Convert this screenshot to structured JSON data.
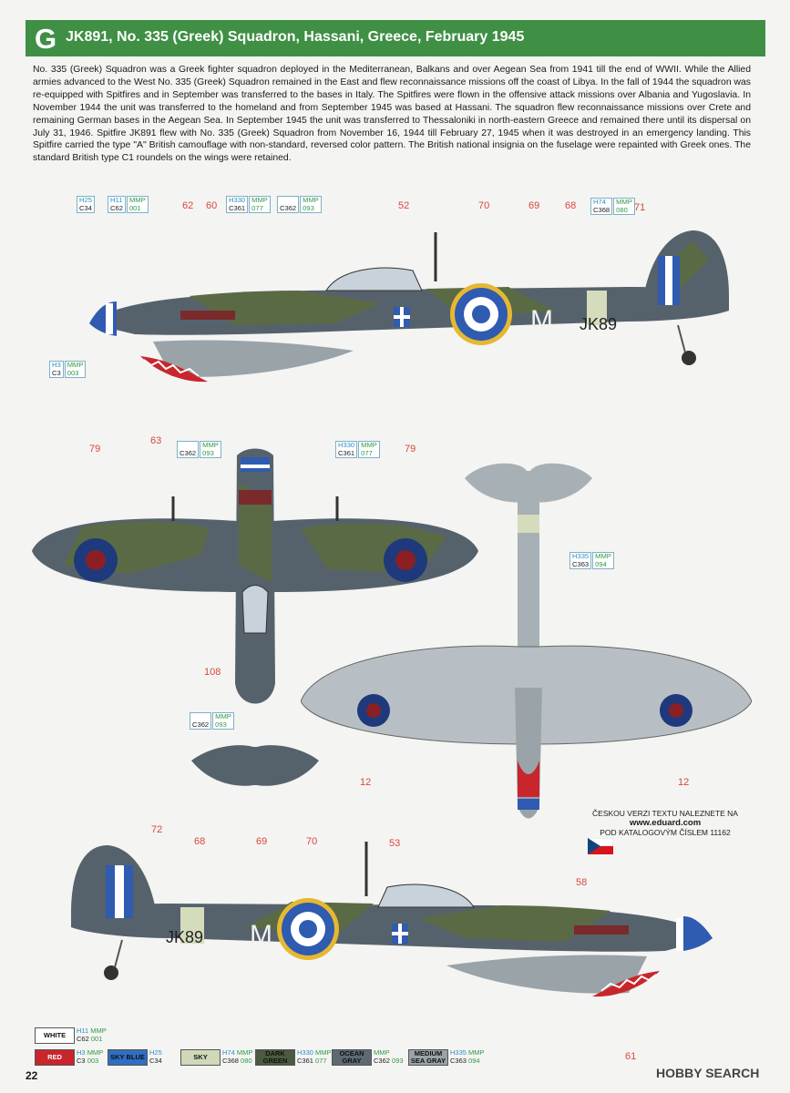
{
  "header": {
    "letter": "G",
    "title": "JK891, No. 335 (Greek) Squadron, Hassani, Greece, February 1945"
  },
  "intro": "No. 335 (Greek) Squadron was a Greek fighter squadron deployed in the Mediterranean, Balkans and over Aegean Sea from 1941 till the end of WWII. While the Allied armies advanced to the West No. 335 (Greek) Squadron remained in the East and flew reconnaissance missions off the coast of Libya. In the fall of 1944 the squadron was re-equipped with Spitfires and in September was transferred to the bases in Italy. The Spitfires were flown in the offensive attack missions over Albania and Yugoslavia. In November 1944 the unit was transferred to the homeland and from September 1945 was based at Hassani. The squadron flew reconnaissance missions over Crete and remaining German bases in the Aegean Sea. In September 1945 the unit was transferred to Thessaloniki in north-eastern Greece and remained there until its dispersal on July 31, 1946. Spitfire JK891 flew with No. 335 (Greek) Squadron from November 16, 1944 till February 27, 1945 when it was destroyed in an emergency landing. This Spitfire carried the type \"A\" British camouflage with non-standard, reversed color pattern. The British national insignia on the fuselage were repainted with Greek ones. The standard British type C1 roundels on the wings were retained.",
  "callouts": {
    "h25": {
      "a": "H25",
      "b": "C34"
    },
    "h11": {
      "a": "H11",
      "m": "MMP",
      "b": "C62",
      "n": "001"
    },
    "h330": {
      "a": "H330",
      "m": "MMP",
      "b": "C361",
      "n": "077"
    },
    "mmp362": {
      "m": "MMP",
      "b": "C362",
      "n": "093"
    },
    "h74": {
      "a": "H74",
      "m": "MMP",
      "b": "C368",
      "n": "080"
    },
    "h3": {
      "a": "H3",
      "m": "MMP",
      "b": "C3",
      "n": "003"
    },
    "h335": {
      "a": "H335",
      "m": "MMP",
      "b": "C363",
      "n": "094"
    }
  },
  "numbers": {
    "n62": "62",
    "n60": "60",
    "n52": "52",
    "n70": "70",
    "n69": "69",
    "n68": "68",
    "n71": "71",
    "n63": "63",
    "n79": "79",
    "n108": "108",
    "n12": "12",
    "n72": "72",
    "n53": "53",
    "n58": "58",
    "n61": "61"
  },
  "markings": {
    "code": "JK89",
    "letter": "M"
  },
  "czech": {
    "l1": "ČESKOU VERZI TEXTU NALEZNETE NA",
    "url": "www.eduard.com",
    "l2": "POD KATALOGOVÝM ČÍSLEM 11162"
  },
  "legend": [
    {
      "name": "WHITE",
      "bg": "#ffffff",
      "fg": "#111111",
      "h": "H11",
      "c": "C62",
      "mmp": "MMP",
      "n": "001"
    },
    {
      "name": "RED",
      "bg": "#c8262c",
      "fg": "#ffffff",
      "h": "H3",
      "c": "C3",
      "mmp": "MMP",
      "n": "003"
    },
    {
      "name": "SKY BLUE",
      "bg": "#2f6fc4",
      "fg": "#111111",
      "h": "H25",
      "c": "C34",
      "mmp": "",
      "n": ""
    },
    {
      "name": "SKY",
      "bg": "#cfd8b8",
      "fg": "#111111",
      "h": "H74",
      "c": "C368",
      "mmp": "MMP",
      "n": "080"
    },
    {
      "name": "DARK GREEN",
      "bg": "#4b5b3f",
      "fg": "#111111",
      "h": "H330",
      "c": "C361",
      "mmp": "MMP",
      "n": "077"
    },
    {
      "name": "OCEAN GRAY",
      "bg": "#5d6a73",
      "fg": "#111111",
      "h": "",
      "c": "C362",
      "mmp": "MMP",
      "n": "093"
    },
    {
      "name": "MEDIUM SEA GRAY",
      "bg": "#9aa3a8",
      "fg": "#111111",
      "h": "H335",
      "c": "C363",
      "mmp": "MMP",
      "n": "094"
    }
  ],
  "page_number": "22",
  "watermark": "HOBBY SEARCH",
  "colors": {
    "header_green": "#3f8f45",
    "number_red": "#d9473e",
    "mmp_green": "#2f9a48",
    "humbrol_blue": "#2e8fc5"
  }
}
